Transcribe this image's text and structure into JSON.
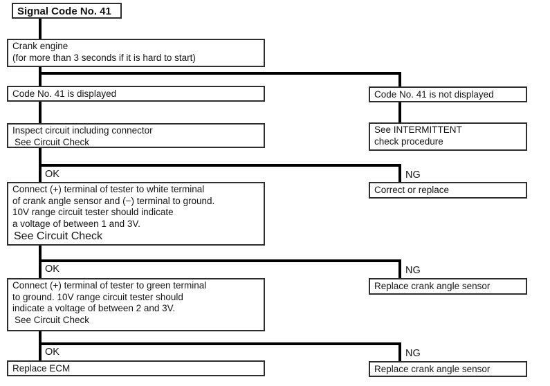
{
  "flowchart": {
    "title": "Signal Code No. 41",
    "nodes": {
      "start": {
        "label": "Signal Code No. 41"
      },
      "crank_engine": {
        "lines": [
          "Crank engine",
          "(for more than 3 seconds if it is hard to start)"
        ]
      },
      "code_displayed": {
        "label": "Code No. 41 is displayed"
      },
      "code_not_displayed": {
        "label": "Code No. 41 is not displayed"
      },
      "inspect_circuit": {
        "lines": [
          "Inspect circuit including connector",
          "See Circuit Check"
        ]
      },
      "intermittent": {
        "lines": [
          "See INTERMITTENT",
          "check procedure"
        ]
      },
      "test_white_terminal": {
        "lines": [
          "Connect (+) terminal of tester to white terminal",
          "of crank angle sensor and (−) terminal to ground.",
          "10V range circuit tester should indicate",
          "a voltage of between 1 and 3V."
        ],
        "emphasis_line": "See Circuit Check"
      },
      "correct_or_replace": {
        "label": "Correct or replace"
      },
      "test_green_terminal": {
        "lines": [
          "Connect (+) terminal of tester to green terminal",
          "to ground. 10V range circuit tester should",
          "indicate a voltage of between 2 and 3V.",
          "See Circuit Check"
        ]
      },
      "replace_crank_sensor_1": {
        "label": "Replace crank angle sensor"
      },
      "replace_ecm": {
        "label": "Replace ECM"
      },
      "replace_crank_sensor_2": {
        "label": "Replace crank angle sensor"
      }
    },
    "branch_labels": {
      "ok_1": "OK",
      "ng_1": "NG",
      "ok_2": "OK",
      "ng_2": "NG",
      "ok_3": "OK",
      "ng_3": "NG"
    },
    "colors": {
      "line": "#000000",
      "border": "#2e2e2e",
      "text": "#141414",
      "background": "#ffffff"
    }
  }
}
